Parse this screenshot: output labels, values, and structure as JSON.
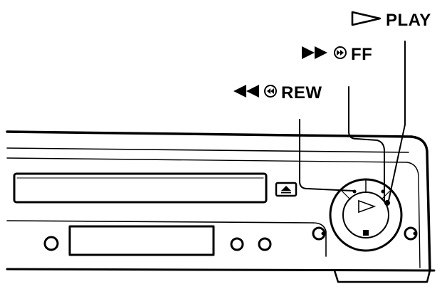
{
  "labels": {
    "play": "PLAY",
    "ff": "FF",
    "rew": "REW"
  },
  "icons": {
    "play": "play-outline-triangle-icon",
    "ff": "fast-forward-icon",
    "rew": "rewind-icon",
    "eject": "eject-icon",
    "stop": "stop-icon"
  },
  "colors": {
    "ink": "#000000",
    "background": "#ffffff"
  }
}
